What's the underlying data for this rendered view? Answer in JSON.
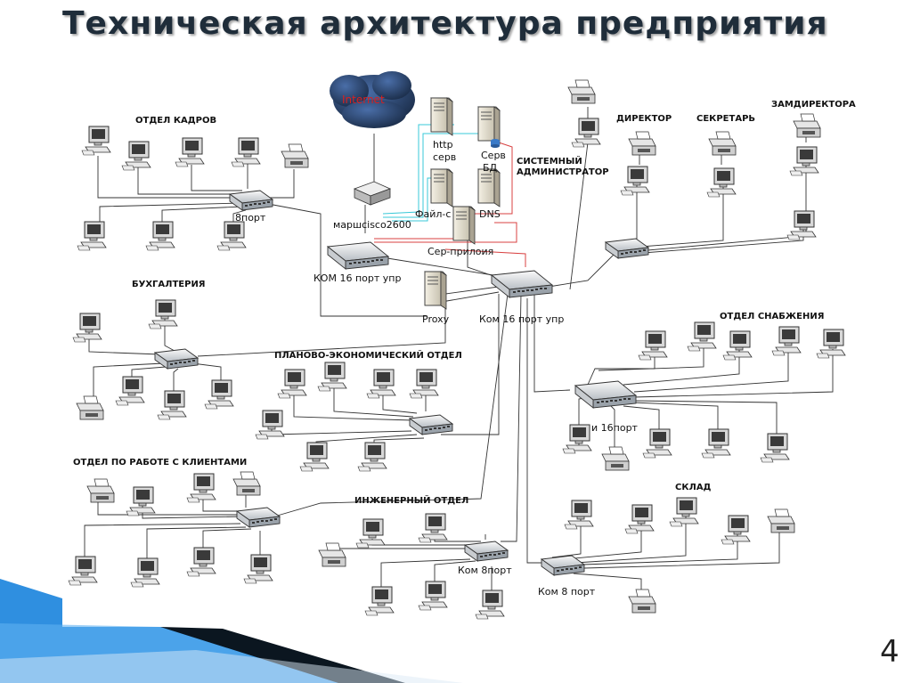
{
  "slide": {
    "title": "Техническая архитектура предприятия",
    "page_number": "4"
  },
  "colors": {
    "accent_blue": "#2f8fe0",
    "dark_band": "#0b1620",
    "title_text": "#1f2d3a",
    "cloud": "#2a4a7a",
    "cyan_link": "#38c8d8",
    "red_link": "#d84040"
  },
  "departments": {
    "hr": "ОТДЕЛ КАДРОВ",
    "accounting": "БУХГАЛТЕРИЯ",
    "planning": "ПЛАНОВО-ЭКОНОМИЧЕСКИЙ ОТДЕЛ",
    "clients": "ОТДЕЛ ПО РАБОТЕ С КЛИЕНТАМИ",
    "engineering": "ИНЖЕНЕРНЫЙ ОТДЕЛ",
    "sysadmin_1": "СИСТЕМНЫЙ",
    "sysadmin_2": "АДМИНИСТРАТОР",
    "director": "ДИРЕКТОР",
    "secretary": "СЕКРЕТАРЬ",
    "deputy": "ЗАМДИРЕКТОРА",
    "supply": "ОТДЕЛ СНАБЖЕНИЯ",
    "warehouse": "СКЛАД"
  },
  "devices": {
    "internet": "Internet",
    "http_server_1": "http",
    "http_server_2": "серв",
    "db_server_1": "Серв",
    "db_server_2": "БД",
    "file_server": "Файл-с",
    "dns_server": "DNS",
    "router": "маршcisco2600",
    "app_server": "Сер-прилоия",
    "proxy": "Proxy",
    "switch_hr": "8порт",
    "switch_core_left": "КОМ 16 порт упр",
    "switch_core_right": "Ком 16 порт упр",
    "switch_supply": "и 16порт",
    "switch_engineering": "Ком 8порт",
    "switch_warehouse": "Ком 8 порт"
  }
}
